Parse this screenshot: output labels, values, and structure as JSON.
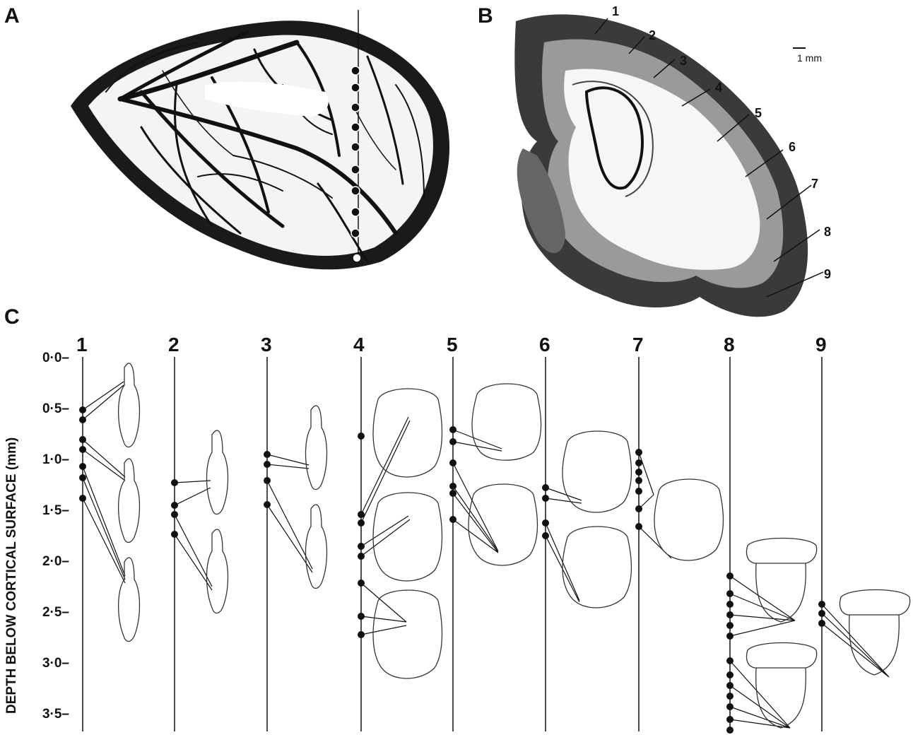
{
  "panels": {
    "a_label": "A",
    "b_label": "B",
    "c_label": "C"
  },
  "panel_b": {
    "scale_label": "1 mm",
    "section_numbers": [
      "1",
      "2",
      "3",
      "4",
      "5",
      "6",
      "7",
      "8",
      "9"
    ]
  },
  "panel_c": {
    "y_axis_label": "DEPTH BELOW CORTICAL SURFACE (mm)",
    "y_ticks": [
      "0·0–",
      "0·5–",
      "1·0–",
      "1·5–",
      "2·0–",
      "2·5–",
      "3·0–",
      "3·5–"
    ],
    "penetrations": [
      "1",
      "2",
      "3",
      "4",
      "5",
      "6",
      "7",
      "8",
      "9"
    ]
  }
}
